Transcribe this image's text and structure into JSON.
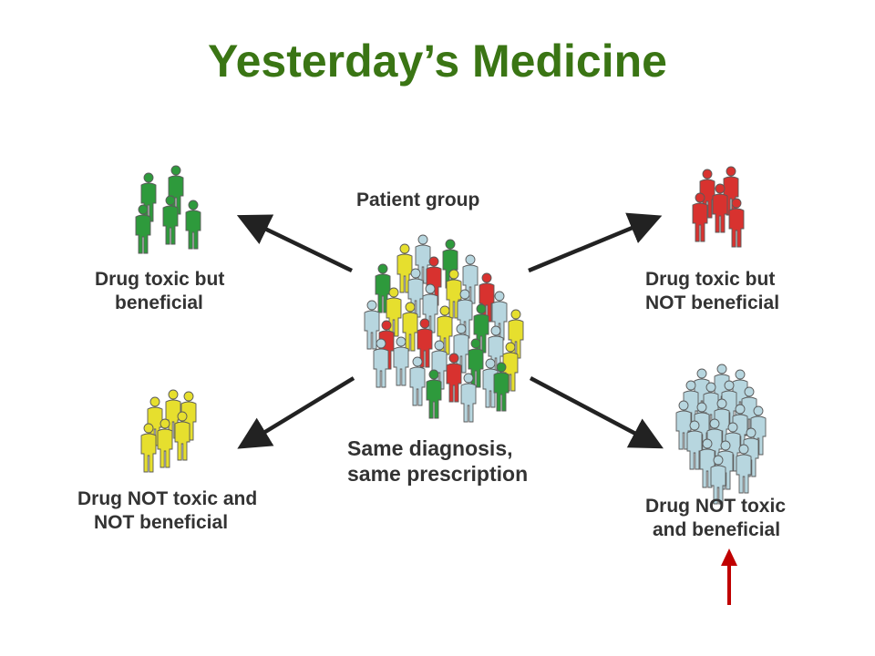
{
  "slide": {
    "title": "Yesterday’s Medicine",
    "title_color": "#3a7514"
  },
  "center": {
    "top_label": "Patient group",
    "bottom_label": [
      "Same diagnosis,",
      "same prescription"
    ]
  },
  "outcomes": {
    "top_left": {
      "lines": [
        "Drug toxic but",
        "beneficial"
      ],
      "color": "#2e9a3c"
    },
    "top_right": {
      "lines": [
        "Drug toxic but",
        "NOT beneficial"
      ],
      "color": "#d8322f"
    },
    "bottom_left": {
      "lines": [
        "Drug NOT toxic and",
        "NOT beneficial"
      ],
      "color": "#e6df2e"
    },
    "bottom_right": {
      "lines": [
        "Drug NOT toxic",
        "and beneficial"
      ],
      "color": "#b7d6df"
    }
  },
  "highlight_arrow_color": "#c00000"
}
